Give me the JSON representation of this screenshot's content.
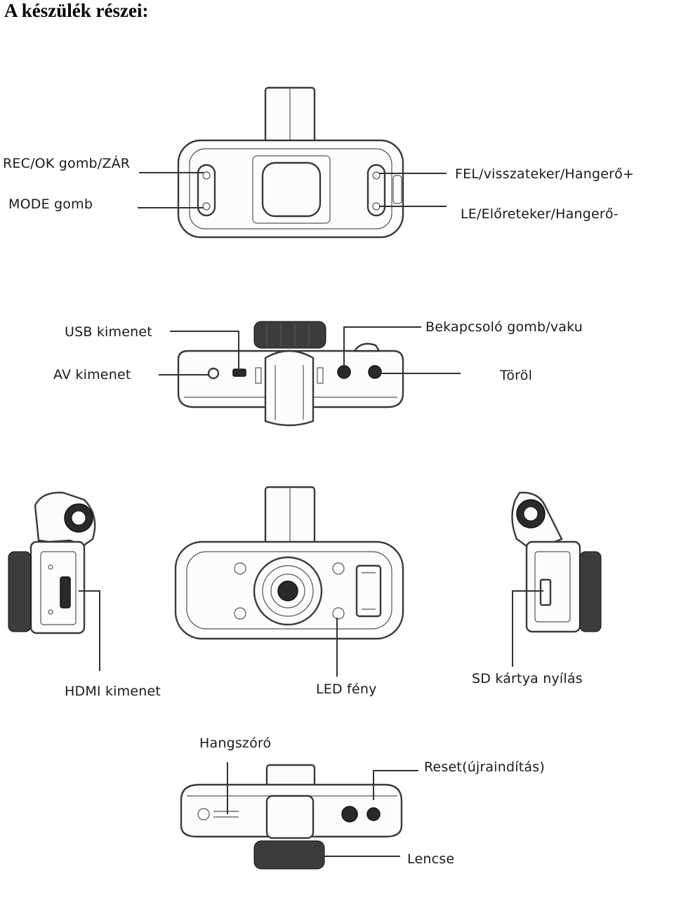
{
  "title": "A készülék részei:",
  "labels": {
    "rec_ok": "REC/OK gomb/ZÁR",
    "mode": "MODE gomb",
    "fel": "FEL/visszateker/Hangerő+",
    "le": "LE/Előreteker/Hangerő-",
    "usb": "USB kimenet",
    "av": "AV kimenet",
    "bekapcsolo": "Bekapcsoló gomb/vaku",
    "torol": "Töröl",
    "hdmi": "HDMI kimenet",
    "led": "LED fény",
    "sd": "SD kártya nyílás",
    "hangszoro": "Hangszóró",
    "reset": "Reset(újraindítás)",
    "lencse": "Lencse"
  }
}
